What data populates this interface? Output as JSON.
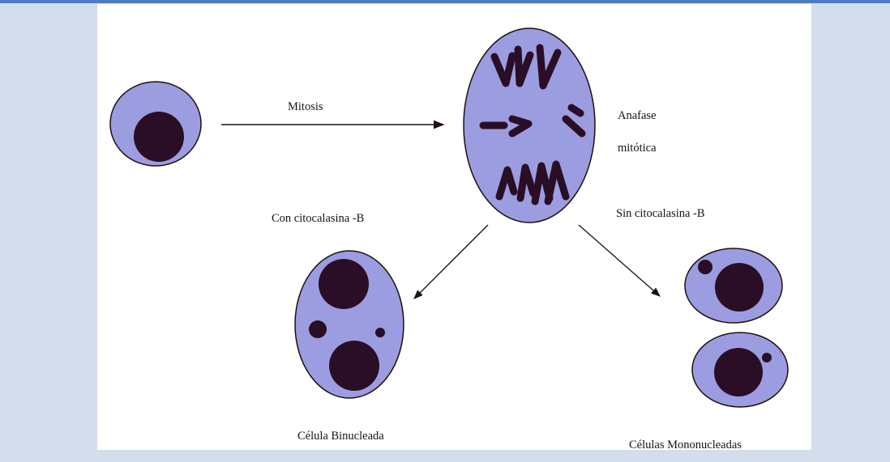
{
  "labels": {
    "mitosis": "Mitosis",
    "anaphase_line1": "Anafase",
    "anaphase_line2": "mitótica",
    "with_cytochalasin": "Con citocalasina -B",
    "without_cytochalasin": "Sin citocalasina -B",
    "binucleate": "Célula Binucleada",
    "mononucleate": "Células Mononucleadas"
  },
  "colors": {
    "background": "#d3ddec",
    "top_rule": "#4f7cbf",
    "panel": "#ffffff",
    "cytoplasm": "#9c9ce0",
    "nucleus": "#2a0e26",
    "outline": "#1c1010"
  }
}
